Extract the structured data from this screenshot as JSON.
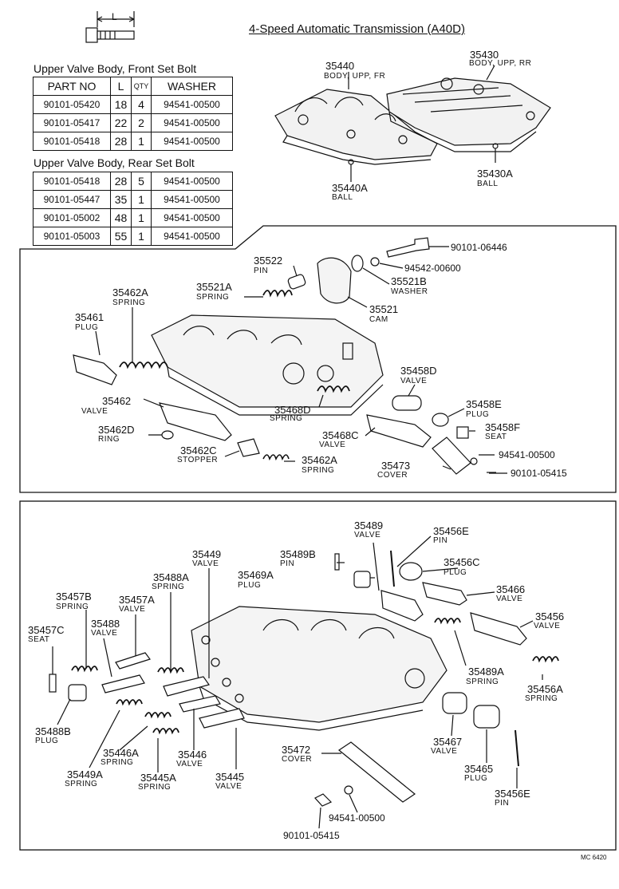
{
  "title": "4-Speed Automatic Transmission (A40D)",
  "bolt_dim_label": "L",
  "front_table": {
    "heading": "Upper Valve Body, Front Set Bolt",
    "columns": [
      "PART NO",
      "L",
      "QTY",
      "WASHER"
    ],
    "rows": [
      [
        "90101-05420",
        "18",
        "4",
        "94541-00500"
      ],
      [
        "90101-05417",
        "22",
        "2",
        "94541-00500"
      ],
      [
        "90101-05418",
        "28",
        "1",
        "94541-00500"
      ]
    ]
  },
  "rear_table": {
    "heading": "Upper Valve Body, Rear Set Bolt",
    "rows": [
      [
        "90101-05418",
        "28",
        "5",
        "94541-00500"
      ],
      [
        "90101-05447",
        "35",
        "1",
        "94541-00500"
      ],
      [
        "90101-05002",
        "48",
        "1",
        "94541-00500"
      ],
      [
        "90101-05003",
        "55",
        "1",
        "94541-00500"
      ]
    ]
  },
  "top_parts": {
    "p35440": {
      "num": "35440",
      "name": "BODY, UPP, FR"
    },
    "p35430": {
      "num": "35430",
      "name": "BODY, UPP, RR"
    },
    "p35440A": {
      "num": "35440A",
      "name": "BALL"
    },
    "p35430A": {
      "num": "35430A",
      "name": "BALL"
    }
  },
  "middle_parts": {
    "c90101_06446": "90101-06446",
    "c94542_00600": "94542-00600",
    "p35522": {
      "num": "35522",
      "name": "PIN"
    },
    "p35521B": {
      "num": "35521B",
      "name": "WASHER"
    },
    "p35521A": {
      "num": "35521A",
      "name": "SPRING"
    },
    "p35521": {
      "num": "35521",
      "name": "CAM"
    },
    "p35462A_top": {
      "num": "35462A",
      "name": "SPRING"
    },
    "p35461": {
      "num": "35461",
      "name": "PLUG"
    },
    "p35458D": {
      "num": "35458D",
      "name": "VALVE"
    },
    "p35462": {
      "num": "35462",
      "name": "VALVE"
    },
    "p35468D": {
      "num": "35468D",
      "name": "SPRING"
    },
    "p35458E": {
      "num": "35458E",
      "name": "PLUG"
    },
    "p35462D": {
      "num": "35462D",
      "name": "RING"
    },
    "p35458F": {
      "num": "35458F",
      "name": "SEAT"
    },
    "p35468C": {
      "num": "35468C",
      "name": "VALVE"
    },
    "p35462C": {
      "num": "35462C",
      "name": "STOPPER"
    },
    "p35462A_bot": {
      "num": "35462A",
      "name": "SPRING"
    },
    "c94541_00500": "94541-00500",
    "p35473": {
      "num": "35473",
      "name": "COVER"
    },
    "c90101_05415": "90101-05415"
  },
  "lower_parts": {
    "p35489": {
      "num": "35489",
      "name": "VALVE"
    },
    "p35456E_top": {
      "num": "35456E",
      "name": "PIN"
    },
    "p35449": {
      "num": "35449",
      "name": "VALVE"
    },
    "p35489B": {
      "num": "35489B",
      "name": "PIN"
    },
    "p35456C": {
      "num": "35456C",
      "name": "PLUG"
    },
    "p35488A": {
      "num": "35488A",
      "name": "SPRING"
    },
    "p35469A": {
      "num": "35469A",
      "name": "PLUG"
    },
    "p35466": {
      "num": "35466",
      "name": "VALVE"
    },
    "p35457B": {
      "num": "35457B",
      "name": "SPRING"
    },
    "p35457A": {
      "num": "35457A",
      "name": "VALVE"
    },
    "p35456": {
      "num": "35456",
      "name": "VALVE"
    },
    "p35457C": {
      "num": "35457C",
      "name": "SEAT"
    },
    "p35488": {
      "num": "35488",
      "name": "VALVE"
    },
    "p35489A": {
      "num": "35489A",
      "name": "SPRING"
    },
    "p35456A": {
      "num": "35456A",
      "name": "SPRING"
    },
    "p35488B": {
      "num": "35488B",
      "name": "PLUG"
    },
    "p35467": {
      "num": "35467",
      "name": "VALVE"
    },
    "p35446A": {
      "num": "35446A",
      "name": "SPRING"
    },
    "p35446": {
      "num": "35446",
      "name": "VALVE"
    },
    "p35472": {
      "num": "35472",
      "name": "COVER"
    },
    "p35465": {
      "num": "35465",
      "name": "PLUG"
    },
    "p35449A": {
      "num": "35449A",
      "name": "SPRING"
    },
    "p35445A": {
      "num": "35445A",
      "name": "SPRING"
    },
    "p35445": {
      "num": "35445",
      "name": "VALVE"
    },
    "p35456E_bot": {
      "num": "35456E",
      "name": "PIN"
    },
    "c94541_00500": "94541-00500",
    "c90101_05415": "90101-05415"
  },
  "figure_code": "MC 6420"
}
